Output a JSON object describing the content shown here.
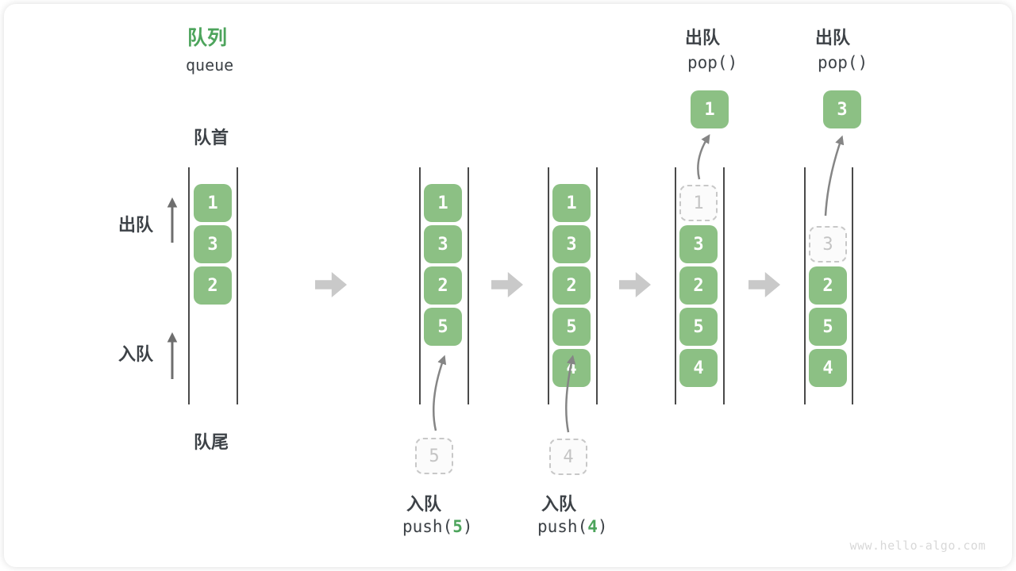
{
  "title": {
    "zh": "队列",
    "en": "queue"
  },
  "side_labels": {
    "front": "队首",
    "rear": "队尾",
    "dequeue": "出队",
    "enqueue": "入队"
  },
  "operations": {
    "push5": {
      "label": "入队",
      "code_prefix": "push(",
      "code_arg": "5",
      "code_suffix": ")"
    },
    "push4": {
      "label": "入队",
      "code_prefix": "push(",
      "code_arg": "4",
      "code_suffix": ")"
    },
    "pop1": {
      "label": "出队",
      "code": "pop()"
    },
    "pop2": {
      "label": "出队",
      "code": "pop()"
    }
  },
  "states": [
    {
      "cells": [
        "1",
        "3",
        "2"
      ]
    },
    {
      "cells": [
        "1",
        "3",
        "2",
        "5"
      ],
      "staged": "5"
    },
    {
      "cells": [
        "1",
        "3",
        "2",
        "5",
        "4"
      ],
      "staged": "4"
    },
    {
      "cells": [
        "3",
        "2",
        "5",
        "4"
      ],
      "removed": "1",
      "popped": "1"
    },
    {
      "cells": [
        "2",
        "5",
        "4"
      ],
      "removed": "3",
      "popped": "3"
    }
  ],
  "watermark": "www.hello-algo.com",
  "colors": {
    "accent_green": "#4DA45C",
    "cell_green": "#8CC084",
    "text_dark": "#3D4247",
    "line_gray": "#4A4A4A",
    "block_arrow": "#C9C9C9",
    "thin_arrow": "#6E6E6E",
    "curve_arrow": "#858585",
    "dashed_border": "#C8C8C8",
    "dashed_text": "#C4C4C4",
    "dashed_fill": "#FBFBFB",
    "watermark": "#D8D8D8"
  }
}
